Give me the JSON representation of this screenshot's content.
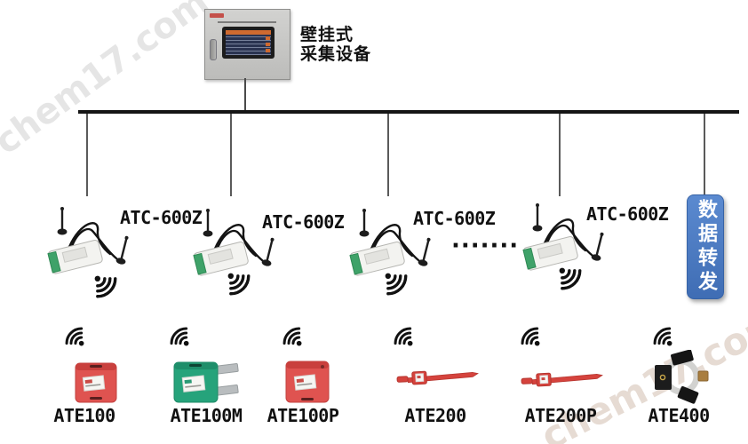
{
  "watermarks": {
    "text": "chem17.com"
  },
  "collector": {
    "label_line1": "壁挂式",
    "label_line2": "采集设备",
    "panel_color": "#c8c8c6",
    "screen_accent": "#cf6a30"
  },
  "bus": {
    "color": "#151515"
  },
  "transceivers": {
    "items": [
      {
        "label": "ATC-600Z"
      },
      {
        "label": "ATC-600Z"
      },
      {
        "label": "ATC-600Z"
      },
      {
        "label": "ATC-600Z"
      }
    ],
    "ellipsis": "·······"
  },
  "forwarder": {
    "label": "数据转发",
    "color": "#4472b8"
  },
  "sensors": {
    "items": [
      {
        "label": "ATE100",
        "form": "box",
        "color": "#df5350"
      },
      {
        "label": "ATE100M",
        "form": "box-with-tabs",
        "color": "#26a37b"
      },
      {
        "label": "ATE100P",
        "form": "box",
        "color": "#df5350"
      },
      {
        "label": "ATE200",
        "form": "cable-tie",
        "color": "#d5433d"
      },
      {
        "label": "ATE200P",
        "form": "cable-tie",
        "color": "#d5433d"
      },
      {
        "label": "ATE400",
        "form": "clamp",
        "color": "#1c1c1c"
      }
    ]
  },
  "icons": {
    "wifi": "wifi-signal-icon",
    "antenna": "antenna-icon"
  }
}
